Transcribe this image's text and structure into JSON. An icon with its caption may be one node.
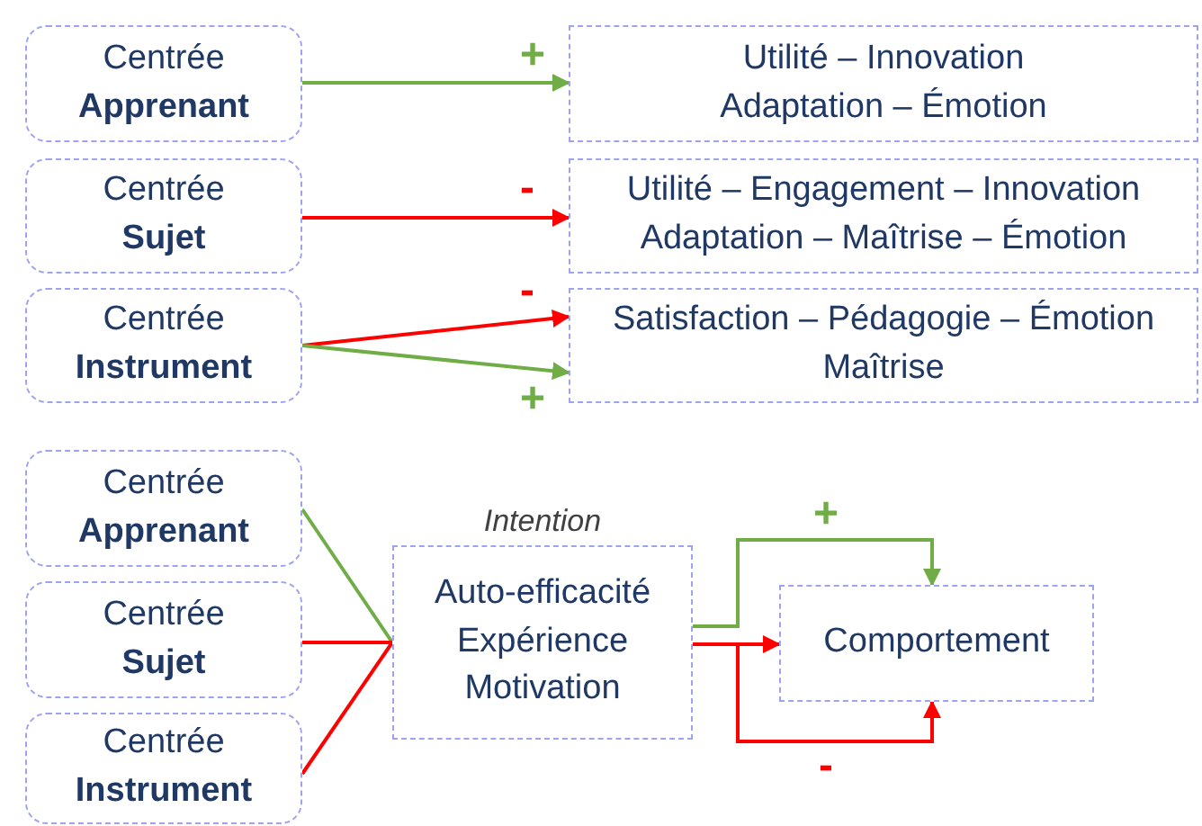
{
  "diagram": {
    "nodes": [
      {
        "text": [
          "Centrée",
          "Apprenant"
        ]
      },
      {
        "text": [
          "Utilité – Innovation Adaptation – Émotion"
        ]
      },
      {
        "text": [
          "Centrée",
          "Sujet"
        ]
      },
      {
        "text": [
          "Utilité – Engagement – Innovation Adaptation – Maîtrise – Émotion"
        ]
      },
      {
        "text": [
          "Centrée",
          "Instrument"
        ]
      },
      {
        "text": [
          "Satisfaction – Pédagogie – Émotion Maîtrise"
        ]
      },
      {
        "text": [
          "Centrée",
          "Apprenant"
        ]
      },
      {
        "text": [
          "Centrée",
          "Sujet"
        ]
      },
      {
        "text": [
          "Centrée",
          "Instrument"
        ]
      },
      {
        "text": [
          "Auto-efficacité Expérience Motivation"
        ],
        "beside": [
          "Intention"
        ]
      },
      {
        "text": [
          "Comportement"
        ]
      }
    ],
    "edges": [
      {
        "from": 0,
        "to": 1,
        "arrow": "to",
        "label": "+",
        "color": "#70ad47"
      },
      {
        "from": 2,
        "to": 3,
        "arrow": "to",
        "label": "-"
      },
      {
        "from": 4,
        "to": 5,
        "arrow": "to",
        "label": "-"
      },
      {
        "from": 4,
        "to": 5,
        "arrow": "to",
        "label": "+",
        "color": "#70ad47"
      },
      {
        "from": 6,
        "to": 9,
        "arrow": "none",
        "color": "#70ad47"
      },
      {
        "from": 7,
        "to": 9,
        "arrow": "none"
      },
      {
        "from": 8,
        "to": 9,
        "arrow": "none"
      },
      {
        "from": 9,
        "to": 10,
        "arrow": "to",
        "label": "+",
        "color": "#70ad47"
      },
      {
        "from": 9,
        "to": 10,
        "arrow": "to"
      },
      {
        "from": 9,
        "to": 10,
        "arrow": "to",
        "label": "-"
      }
    ]
  }
}
